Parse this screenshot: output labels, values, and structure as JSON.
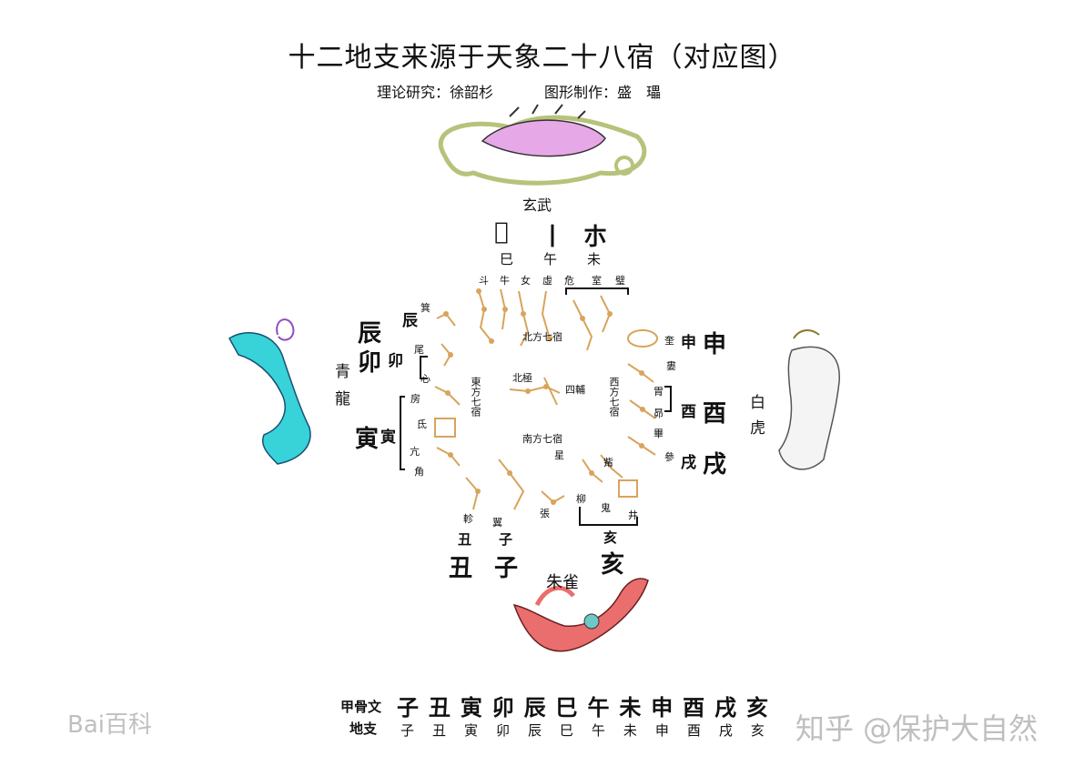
{
  "title": "十二地支来源于天象二十八宿（对应图）",
  "credits": {
    "theory": "理论研究：徐韶杉",
    "graphics": "图形制作：盛　瓃"
  },
  "guardians": {
    "north": "玄武",
    "south": "朱雀",
    "east": [
      "青",
      "龍"
    ],
    "west": [
      "白",
      "虎"
    ]
  },
  "regions": {
    "north": "北方七宿",
    "south": "南方七宿",
    "east": "東方七宿",
    "west": "西方七宿"
  },
  "center": {
    "pole": "北極",
    "si_fu": "四輔"
  },
  "branches_top": [
    {
      "oracle": "𠃨",
      "name": "巳"
    },
    {
      "oracle": "丨",
      "name": "午"
    },
    {
      "oracle": "朩",
      "name": "未"
    }
  ],
  "north_lodges": [
    "斗",
    "牛",
    "女",
    "虛",
    "危",
    "室",
    "璧"
  ],
  "east_side": {
    "branches": [
      {
        "oracle": "辰",
        "name": "辰"
      },
      {
        "oracle": "卯",
        "name": "卯"
      },
      {
        "oracle": "寅",
        "name": "寅"
      }
    ],
    "lodges": [
      "箕",
      "尾",
      "心",
      "房",
      "氐",
      "亢",
      "角"
    ]
  },
  "west_side": {
    "branches": [
      {
        "oracle": "申",
        "name": "申"
      },
      {
        "oracle": "酉",
        "name": "酉"
      },
      {
        "oracle": "戌",
        "name": "戌"
      }
    ],
    "lodges": [
      "奎",
      "婁",
      "胃",
      "昴",
      "畢",
      "參",
      "觜"
    ]
  },
  "south_side": {
    "branches": [
      {
        "oracle": "丑",
        "name": "丑"
      },
      {
        "oracle": "子",
        "name": "子"
      },
      {
        "oracle": "亥",
        "name": "亥"
      }
    ],
    "lodges": [
      "軫",
      "翼",
      "張",
      "星",
      "柳",
      "鬼",
      "井"
    ]
  },
  "legend": {
    "oracle_label": "甲骨文",
    "branch_label": "地支",
    "oracle": [
      "子",
      "丑",
      "寅",
      "卯",
      "辰",
      "巳",
      "午",
      "未",
      "申",
      "酉",
      "戌",
      "亥"
    ],
    "branches": [
      "子",
      "丑",
      "寅",
      "卯",
      "辰",
      "巳",
      "午",
      "未",
      "申",
      "酉",
      "戌",
      "亥"
    ]
  },
  "watermarks": {
    "left": "Bai百科",
    "right": "知乎 @保护大自然"
  },
  "colors": {
    "star": "#d8a45c",
    "tortoise": "#e7a8e8",
    "dragon": "#38d2d9",
    "bird": "#ea6e6e",
    "tiger": "#f3f3f3"
  }
}
